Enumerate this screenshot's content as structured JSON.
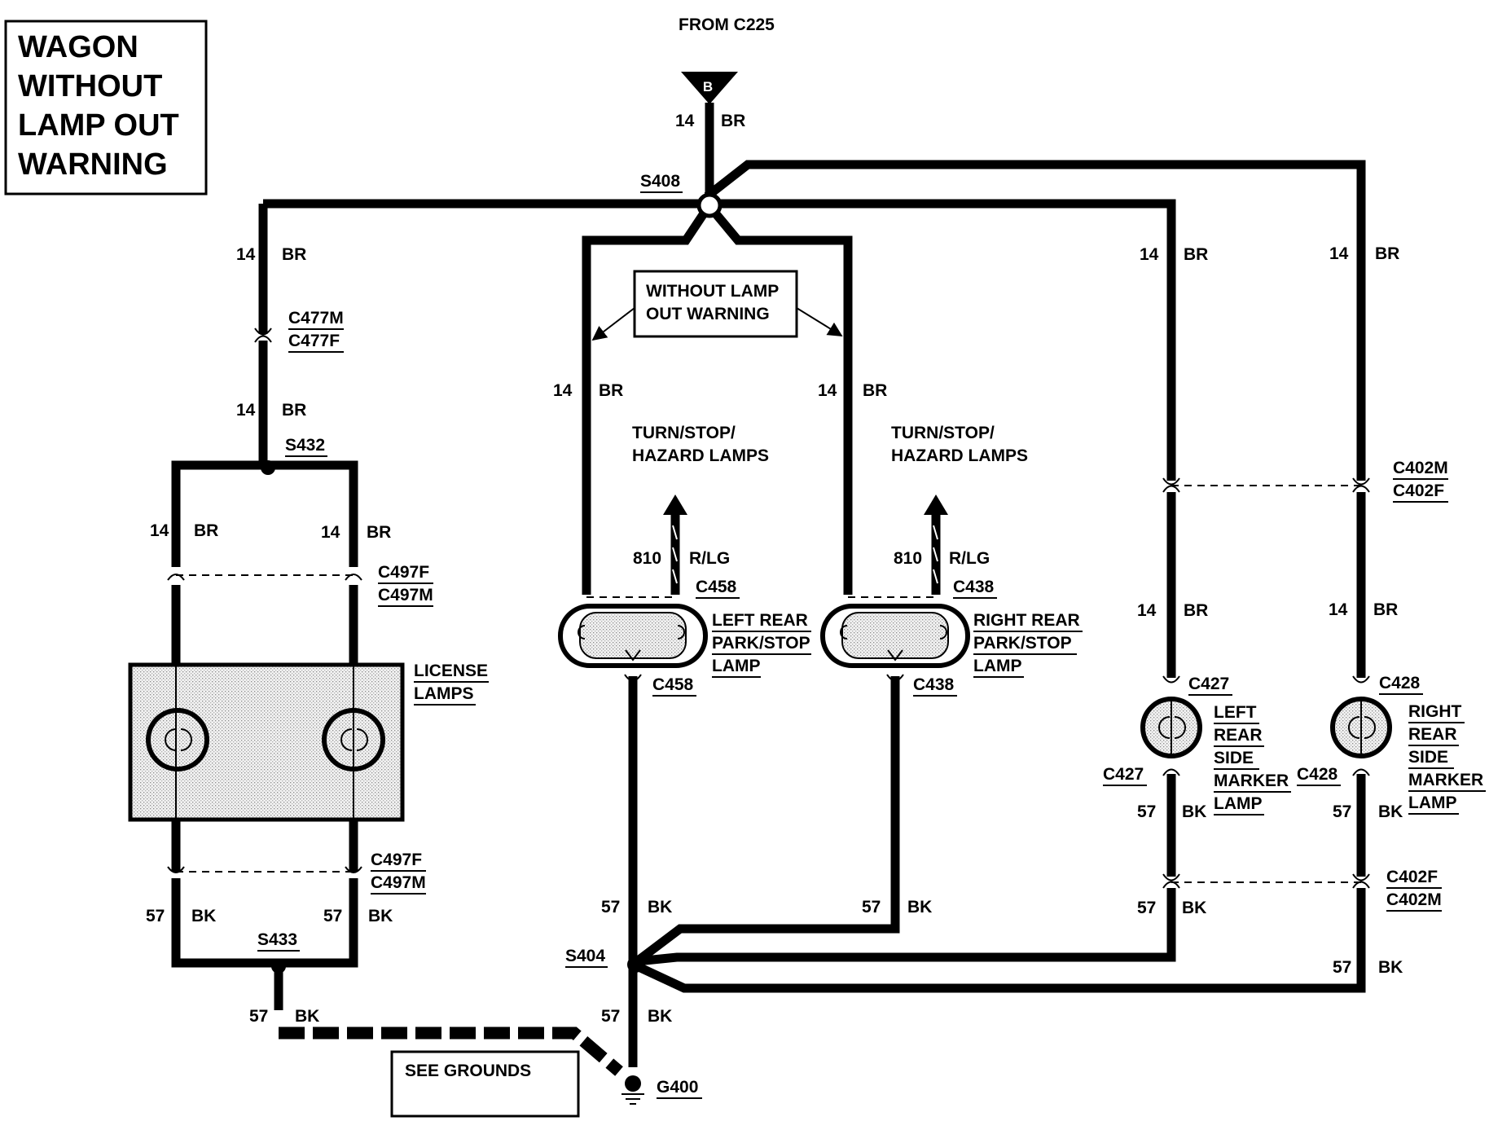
{
  "title_box": {
    "lines": [
      "WAGON",
      "WITHOUT",
      "LAMP OUT",
      "WARNING"
    ]
  },
  "source": {
    "label": "FROM C225",
    "pin": "B"
  },
  "wires": {
    "br_gauge": "14",
    "br_color": "BR",
    "bk_gauge": "57",
    "bk_color": "BK",
    "rlg_gauge": "810",
    "rlg_color": "R/LG"
  },
  "splices": {
    "s408": "S408",
    "s432": "S432",
    "s433": "S433",
    "s404": "S404"
  },
  "connectors": {
    "c477m": "C477M",
    "c477f": "C477F",
    "c497f": "C497F",
    "c497m": "C497M",
    "c458": "C458",
    "c438": "C438",
    "c402m": "C402M",
    "c402f": "C402F",
    "c427": "C427",
    "c428": "C428"
  },
  "note_box": {
    "line1": "WITHOUT LAMP",
    "line2": "OUT WARNING"
  },
  "turn_label": {
    "line1": "TURN/STOP/",
    "line2": "HAZARD LAMPS"
  },
  "components": {
    "license_lamps": [
      "LICENSE",
      "LAMPS"
    ],
    "left_rear_lamp": [
      "LEFT REAR",
      "PARK/STOP",
      "LAMP"
    ],
    "right_rear_lamp": [
      "RIGHT REAR",
      "PARK/STOP",
      "LAMP"
    ],
    "left_side_marker": [
      "LEFT",
      "REAR",
      "SIDE",
      "MARKER",
      "LAMP"
    ],
    "right_side_marker": [
      "RIGHT",
      "REAR",
      "SIDE",
      "MARKER",
      "LAMP"
    ]
  },
  "ground": {
    "label": "G400",
    "see_grounds": "SEE GROUNDS"
  }
}
